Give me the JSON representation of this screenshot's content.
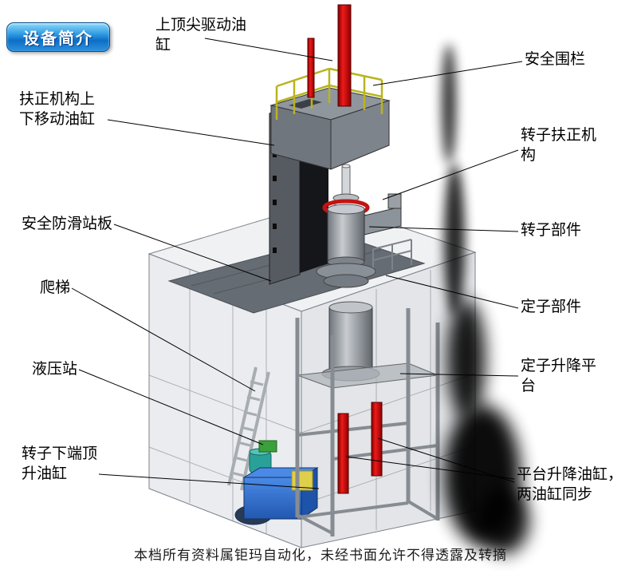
{
  "badge": {
    "label": "设备简介"
  },
  "labels": {
    "top_drive_cylinder": "上顶尖驱动油\n缸",
    "safety_fence": "安全围栏",
    "centering_updown_cylinder": "扶正机构上\n下移动油缸",
    "rotor_centering_mechanism": "转子扶正机\n构",
    "antislip_platform": "安全防滑站板",
    "rotor_component": "转子部件",
    "ladder": "爬梯",
    "stator_component": "定子部件",
    "hydraulic_station": "液压站",
    "stator_lift_platform": "定子升降平\n台",
    "rotor_bottom_jack_cylinder": "转子下端顶\n升油缸",
    "platform_lift_cylinders": "平台升降油缸，\n两油缸同步"
  },
  "footer": {
    "text": "本档所有资料属钜玛自动化，未经书面允许不得透露及转摘"
  },
  "colors": {
    "badge_blue": "#1a82d4",
    "cylinder_red": "#d01212",
    "railing_yellow": "#b9b41e",
    "hydraulic_blue": "#2e6fd0",
    "tank_teal": "#2aa198",
    "valve_yellow": "#e0cf4a",
    "frame_gray": "#9aa0a6",
    "deck_gray": "#666c73"
  }
}
